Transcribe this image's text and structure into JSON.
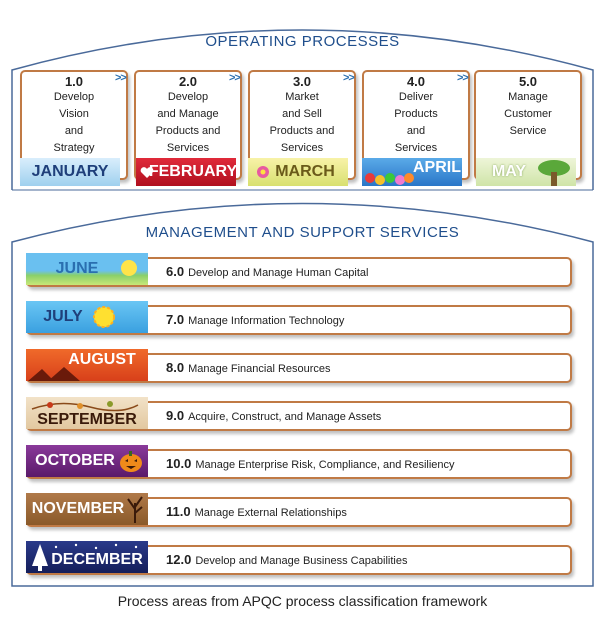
{
  "operating_title": "OPERATING PROCESSES",
  "support_title": "MANAGEMENT AND SUPPORT SERVICES",
  "arrow_glyph": ">>",
  "operating": [
    {
      "num": "1.0",
      "text": "Develop\nVision\nand\nStrategy",
      "month": "JANUARY",
      "month_color": "#1f3f7a"
    },
    {
      "num": "2.0",
      "text": "Develop\nand Manage\nProducts and\nServices",
      "month": "FEBRUARY",
      "month_color": "#ffffff"
    },
    {
      "num": "3.0",
      "text": "Market\nand Sell\nProducts and\nServices",
      "month": "MARCH",
      "month_color": "#6a5a1a"
    },
    {
      "num": "4.0",
      "text": "Deliver\nProducts\nand\nServices",
      "month": "APRIL",
      "month_color": "#ffffff"
    },
    {
      "num": "5.0",
      "text": "Manage\nCustomer\nService",
      "month": "MAY",
      "month_color": "#ffffff"
    }
  ],
  "support": [
    {
      "num": "6.0",
      "text": "Develop and Manage Human Capital",
      "month": "JUNE",
      "month_color": "#2a6fb0"
    },
    {
      "num": "7.0",
      "text": "Manage Information Technology",
      "month": "JULY",
      "month_color": "#1f3f7a"
    },
    {
      "num": "8.0",
      "text": "Manage Financial Resources",
      "month": "AUGUST",
      "month_color": "#ffffff"
    },
    {
      "num": "9.0",
      "text": "Acquire, Construct, and Manage Assets",
      "month": "SEPTEMBER",
      "month_color": "#3a1a0a"
    },
    {
      "num": "10.0",
      "text": "Manage Enterprise Risk, Compliance, and Resiliency",
      "month": "OCTOBER",
      "month_color": "#ffffff"
    },
    {
      "num": "11.0",
      "text": "Manage External Relationships",
      "month": "NOVEMBER",
      "month_color": "#ffffff"
    },
    {
      "num": "12.0",
      "text": "Develop and Manage Business Capabilities",
      "month": "DECEMBER",
      "month_color": "#ffffff"
    }
  ],
  "caption": "Process areas from APQC process classification framework"
}
